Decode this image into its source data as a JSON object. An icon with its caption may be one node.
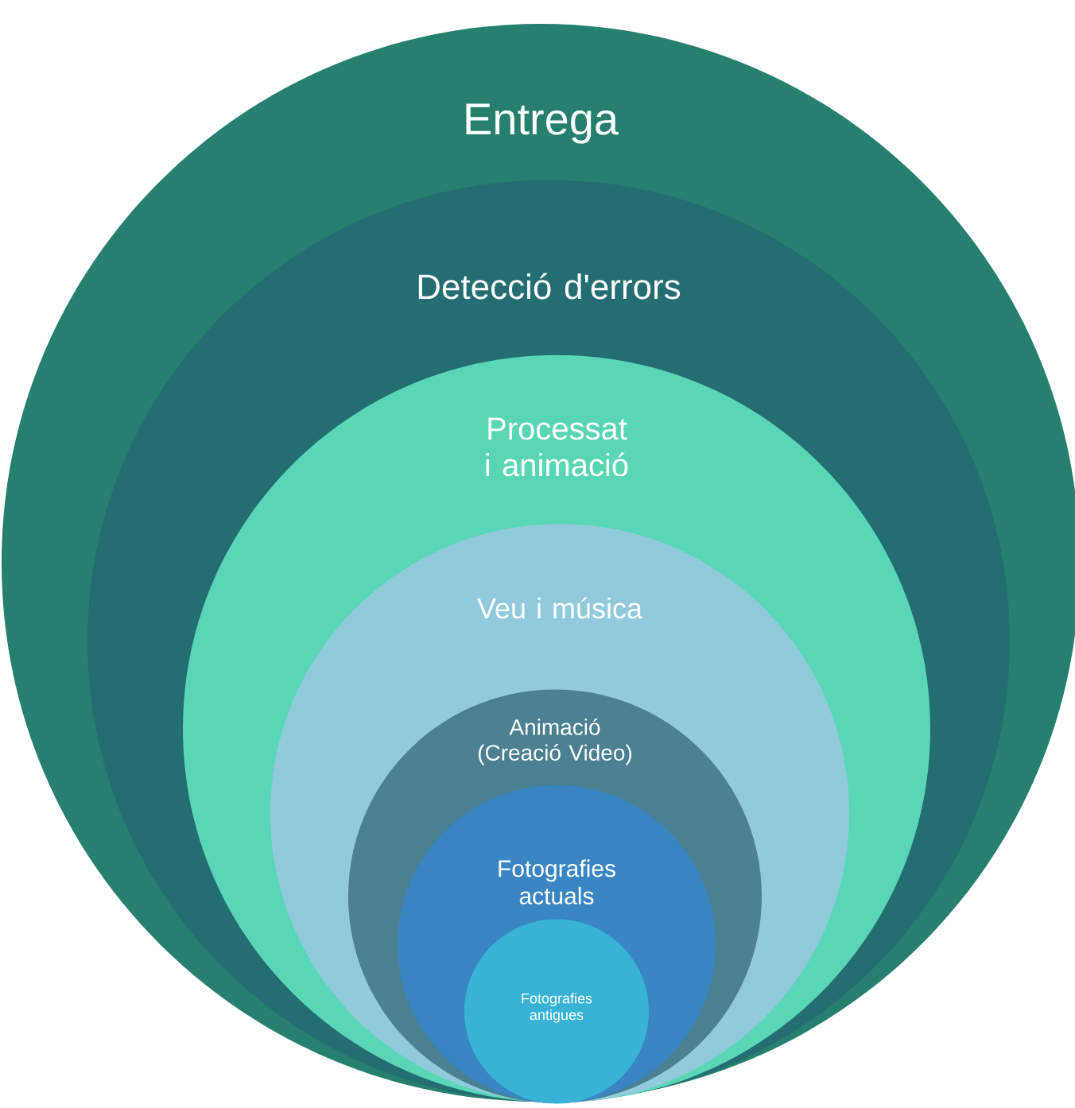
{
  "diagram": {
    "nodes": [
      {
        "text": [
          "Entrega"
        ]
      },
      {
        "text": [
          "Detecció d'errors"
        ],
        "in": 0
      },
      {
        "text": [
          "Processat i animació"
        ],
        "in": 1
      },
      {
        "text": [
          "Veu i música"
        ],
        "in": 2
      },
      {
        "text": [
          "Animació (Creació Video)"
        ],
        "in": 3
      },
      {
        "text": [
          "Fotografies actuals"
        ],
        "in": 4
      },
      {
        "text": [
          "Fotografies antigues"
        ],
        "in": 5
      }
    ]
  }
}
